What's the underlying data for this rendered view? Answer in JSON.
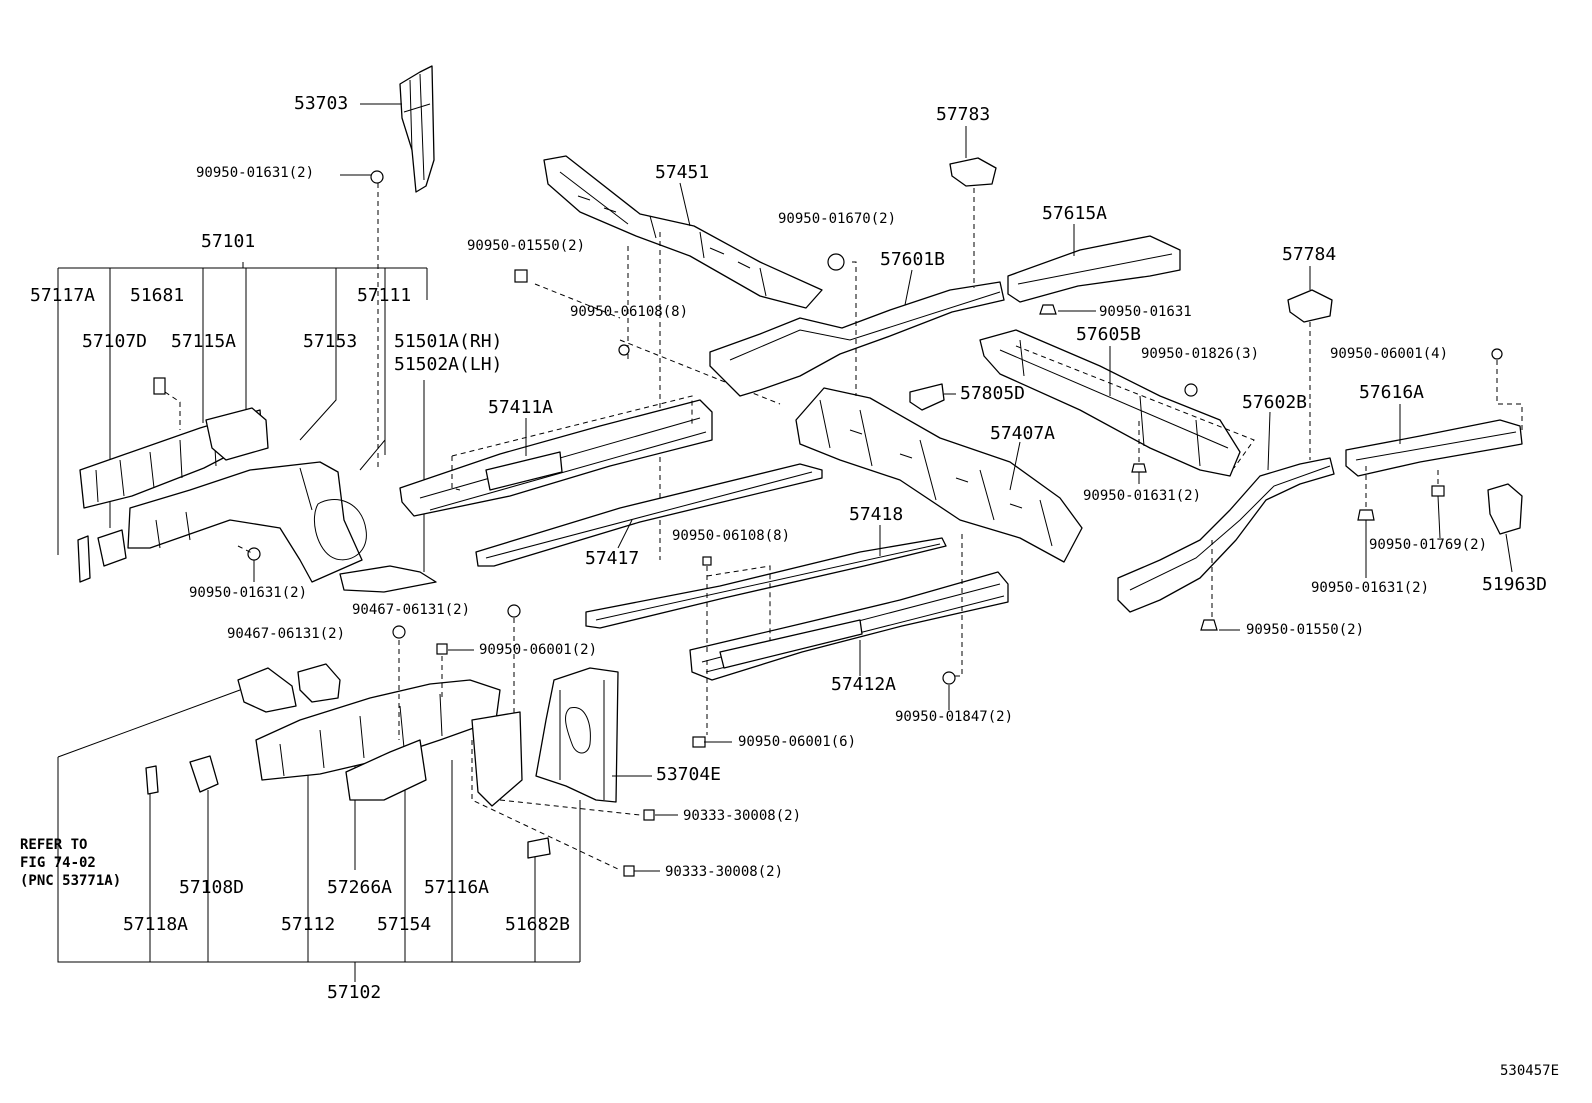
{
  "diagram": {
    "labels": [
      {
        "id": "l01",
        "text": "53703"
      },
      {
        "id": "l02",
        "text": "90950-01631(2)"
      },
      {
        "id": "l03",
        "text": "57101"
      },
      {
        "id": "l04",
        "text": "57117A"
      },
      {
        "id": "l05",
        "text": "51681"
      },
      {
        "id": "l06",
        "text": "57111"
      },
      {
        "id": "l07",
        "text": "57107D"
      },
      {
        "id": "l08",
        "text": "57115A"
      },
      {
        "id": "l09",
        "text": "57153"
      },
      {
        "id": "l10",
        "text": "51501A(RH)"
      },
      {
        "id": "l11",
        "text": "51502A(LH)"
      },
      {
        "id": "l12",
        "text": "90950-01631(2)"
      },
      {
        "id": "l13",
        "text": "90467-06131(2)"
      },
      {
        "id": "l14",
        "text": "90467-06131(2)"
      },
      {
        "id": "l15",
        "text": "90950-06001(2)"
      },
      {
        "id": "l16",
        "text": "53704E"
      },
      {
        "id": "l17",
        "text": "90333-30008(2)"
      },
      {
        "id": "l18",
        "text": "90333-30008(2)"
      },
      {
        "id": "l19",
        "text": "57108D"
      },
      {
        "id": "l20",
        "text": "57266A"
      },
      {
        "id": "l21",
        "text": "57116A"
      },
      {
        "id": "l22",
        "text": "57118A"
      },
      {
        "id": "l23",
        "text": "57112"
      },
      {
        "id": "l24",
        "text": "57154"
      },
      {
        "id": "l25",
        "text": "51682B"
      },
      {
        "id": "l26",
        "text": "57102"
      },
      {
        "id": "l27",
        "text": "57451"
      },
      {
        "id": "l28",
        "text": "90950-01550(2)"
      },
      {
        "id": "l29",
        "text": "90950-06108(8)"
      },
      {
        "id": "l30",
        "text": "57411A"
      },
      {
        "id": "l31",
        "text": "57417"
      },
      {
        "id": "l32",
        "text": "90950-06108(8)"
      },
      {
        "id": "l33",
        "text": "57418"
      },
      {
        "id": "l34",
        "text": "57412A"
      },
      {
        "id": "l35",
        "text": "90950-06001(6)"
      },
      {
        "id": "l36",
        "text": "90950-01847(2)"
      },
      {
        "id": "l37",
        "text": "57783"
      },
      {
        "id": "l38",
        "text": "90950-01670(2)"
      },
      {
        "id": "l39",
        "text": "57601B"
      },
      {
        "id": "l40",
        "text": "57615A"
      },
      {
        "id": "l41",
        "text": "90950-01631"
      },
      {
        "id": "l42",
        "text": "57605B"
      },
      {
        "id": "l43",
        "text": "90950-01826(3)"
      },
      {
        "id": "l44",
        "text": "57805D"
      },
      {
        "id": "l45",
        "text": "57407A"
      },
      {
        "id": "l46",
        "text": "90950-01631(2)"
      },
      {
        "id": "l47",
        "text": "57784"
      },
      {
        "id": "l48",
        "text": "90950-06001(4)"
      },
      {
        "id": "l49",
        "text": "57602B"
      },
      {
        "id": "l50",
        "text": "57616A"
      },
      {
        "id": "l51",
        "text": "90950-01769(2)"
      },
      {
        "id": "l52",
        "text": "90950-01631(2)"
      },
      {
        "id": "l53",
        "text": "51963D"
      },
      {
        "id": "l54",
        "text": "90950-01550(2)"
      }
    ],
    "note": "REFER TO\nFIG 74-02\n(PNC 53771A)",
    "diagram_id": "530457E"
  }
}
